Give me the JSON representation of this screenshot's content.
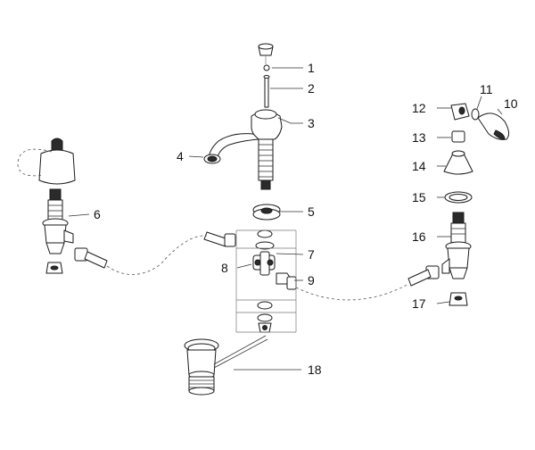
{
  "diagram": {
    "type": "exploded-parts-diagram",
    "colors": {
      "line": "#1a1a1a",
      "dark_fill": "#2b2b2b",
      "background": "#ffffff"
    },
    "callouts": [
      {
        "id": "1",
        "label": "1"
      },
      {
        "id": "2",
        "label": "2"
      },
      {
        "id": "3",
        "label": "3"
      },
      {
        "id": "4",
        "label": "4"
      },
      {
        "id": "5",
        "label": "5"
      },
      {
        "id": "6",
        "label": "6"
      },
      {
        "id": "7",
        "label": "7"
      },
      {
        "id": "8",
        "label": "8"
      },
      {
        "id": "9",
        "label": "9"
      },
      {
        "id": "10",
        "label": "10"
      },
      {
        "id": "11",
        "label": "11"
      },
      {
        "id": "12",
        "label": "12"
      },
      {
        "id": "13",
        "label": "13"
      },
      {
        "id": "14",
        "label": "14"
      },
      {
        "id": "15",
        "label": "15"
      },
      {
        "id": "16",
        "label": "16"
      },
      {
        "id": "17",
        "label": "17"
      },
      {
        "id": "18",
        "label": "18"
      }
    ]
  }
}
